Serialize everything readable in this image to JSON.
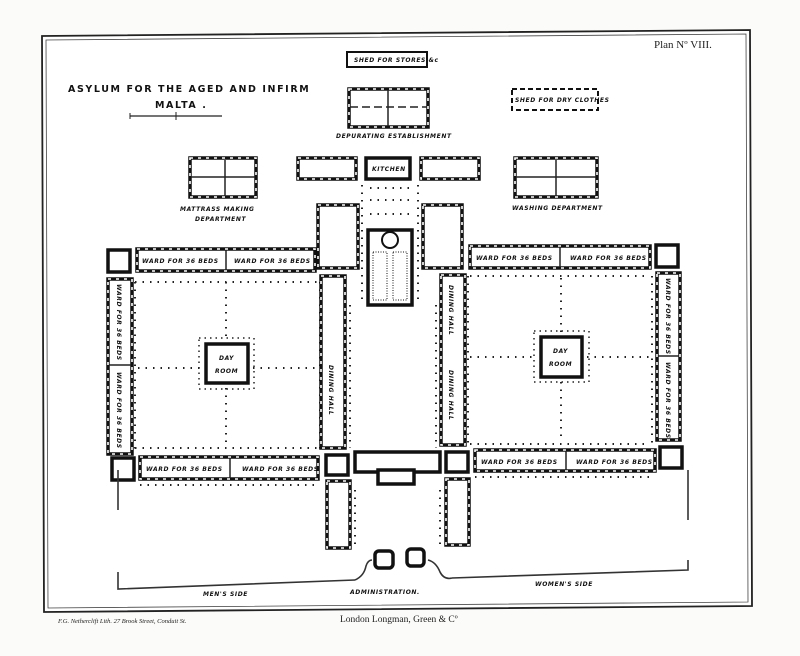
{
  "plan_number": "Plan Nº VIII.",
  "title": {
    "line1": "ASYLUM  FOR THE AGED AND INFIRM",
    "line2": "MALTA ."
  },
  "labels": {
    "shed_stores": "SHED FOR STORES &c",
    "shed_dry_clothes": "SHED FOR DRY CLOTHES",
    "depurating": "DEPURATING ESTABLISHMENT",
    "kitchen": "KITCHEN",
    "mattrass_1": "MATTRASS MAKING",
    "mattrass_2": "DEPARTMENT",
    "washing": "WASHING DEPARTMENT",
    "ward": "WARD FOR 36 BEDS",
    "day": "DAY",
    "room": "ROOM",
    "dining_hall": "DINING HALL",
    "mens_side": "MEN'S SIDE",
    "womens_side": "WOMEN'S SIDE",
    "administration": "ADMINISTRATION."
  },
  "footer": {
    "engraver": "F.G. Netherclift Lith. 27 Brook Street, Conduit St.",
    "publisher": "London  Longman, Green & Cº"
  }
}
